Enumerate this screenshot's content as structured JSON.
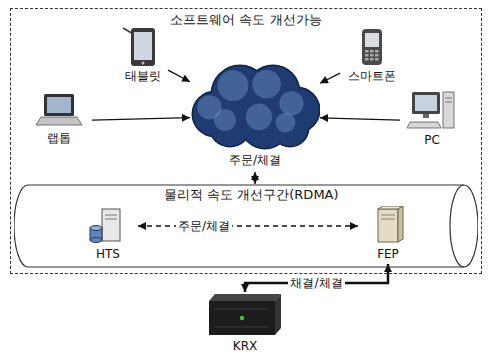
{
  "diagram": {
    "nodes": [
      {
        "text": [
          "소프트웨어 속도 개선가능"
        ]
      },
      {
        "text": [
          "태블릿"
        ],
        "in": 0
      },
      {
        "text": [
          "스마트폰"
        ],
        "in": 0
      },
      {
        "text": [
          "랩톱"
        ],
        "in": 0
      },
      {
        "text": [
          "PC"
        ],
        "in": 0
      },
      {
        "text": [
          "주문/체결"
        ],
        "in": 0
      },
      {
        "text": [
          "물리적 속도 개선구간(RDMA)"
        ],
        "in": 0
      },
      {
        "text": [
          "HTS"
        ],
        "in": 6
      },
      {
        "text": [
          "FEP"
        ],
        "in": 6
      },
      {
        "text": [
          "KRX"
        ]
      }
    ],
    "edges": [
      {
        "from": 1,
        "to": 5,
        "arrow": "to"
      },
      {
        "from": 2,
        "to": 5,
        "arrow": "to"
      },
      {
        "from": 3,
        "to": 5,
        "arrow": "to"
      },
      {
        "from": 4,
        "to": 5,
        "arrow": "to"
      },
      {
        "from": 5,
        "to": 6,
        "arrow": "both"
      },
      {
        "from": 7,
        "to": 8,
        "label": "주문/체결",
        "arrow": "both"
      },
      {
        "from": 8,
        "to": 9,
        "label": "채결/체결",
        "arrow": "both"
      }
    ]
  }
}
